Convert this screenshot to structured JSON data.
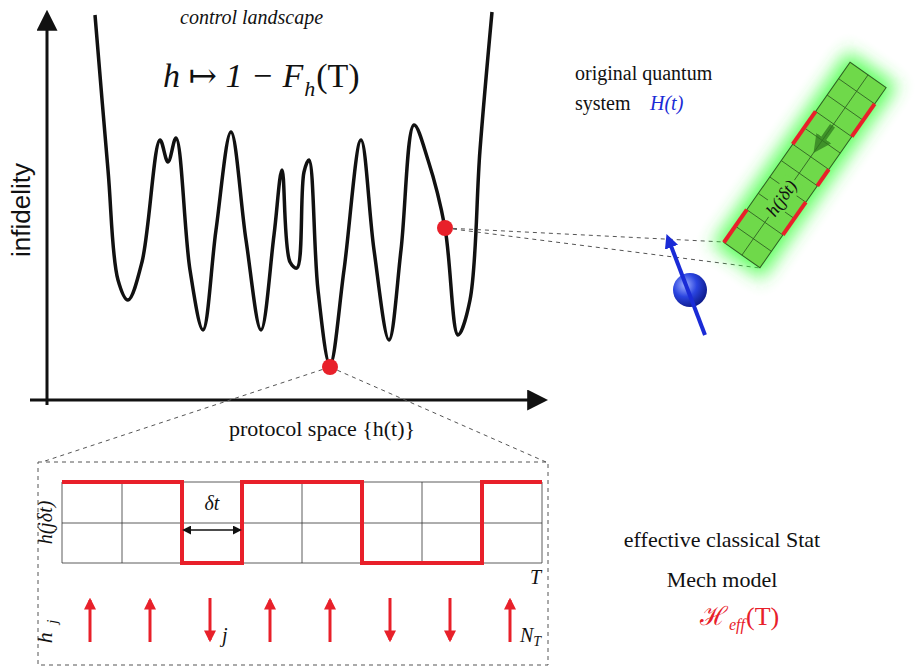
{
  "diagram": {
    "labels": [
      "control landscape",
      "h ↦ 1 − F",
      "h",
      "(T)",
      "infidelity",
      "protocol space {h(t)}",
      "original quantum system",
      "H(t)",
      "h(jδt)",
      "h(jδt)",
      "δt",
      "T",
      "h",
      "j",
      "j",
      "N",
      "T",
      "effective classical Stat Mech model",
      "ℋ",
      "eff",
      "(T)"
    ]
  }
}
